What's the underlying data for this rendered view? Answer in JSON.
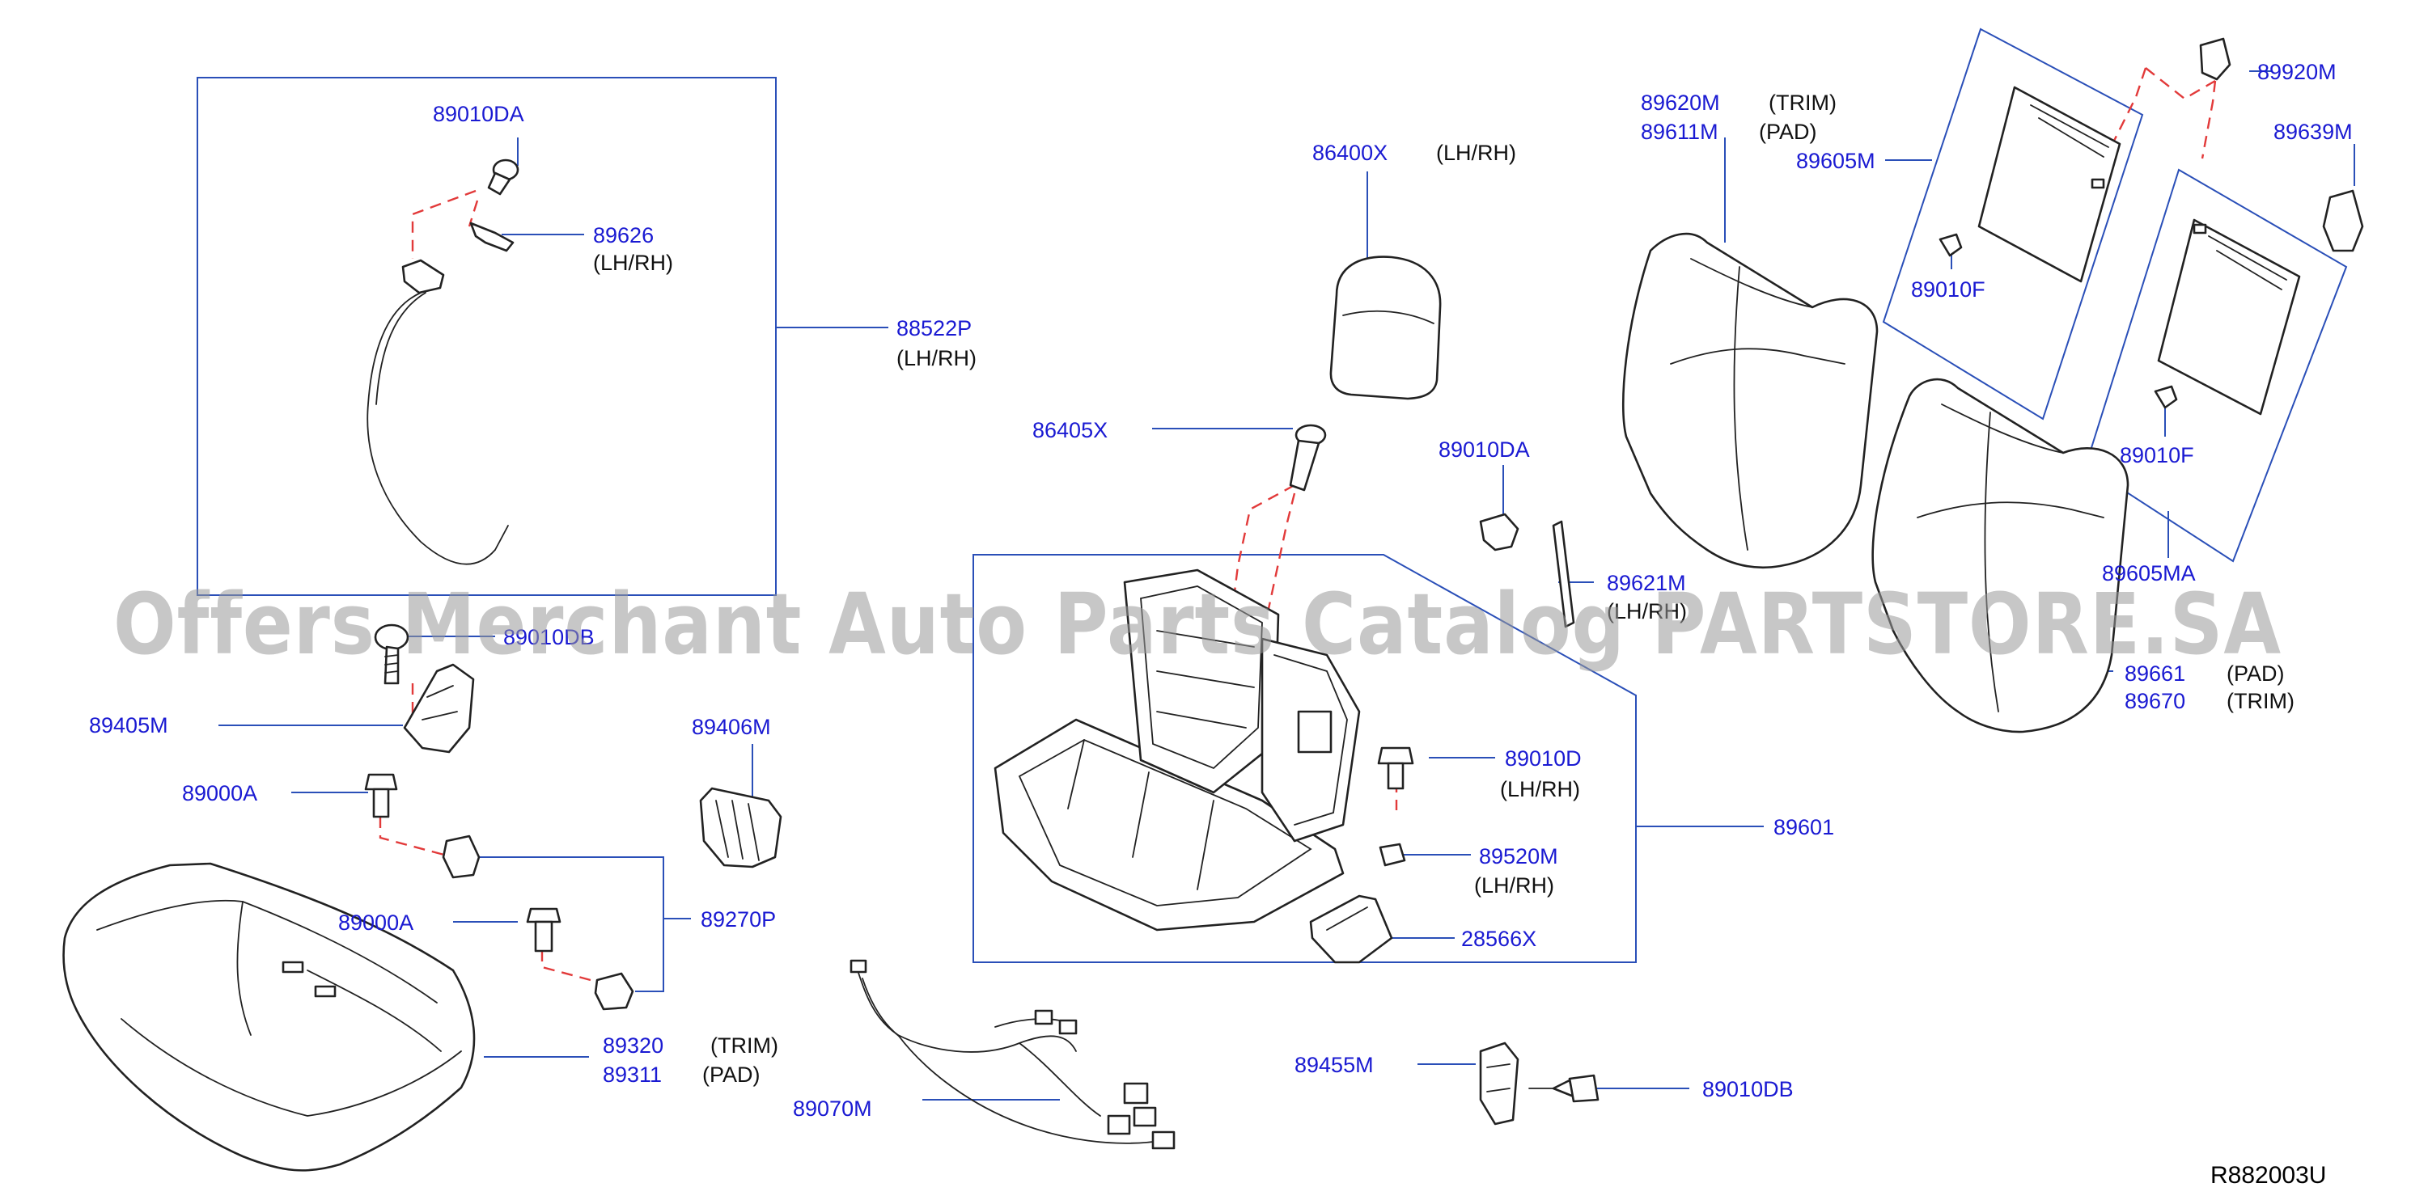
{
  "labels": {
    "p89010DA_top": "89010DA",
    "p89626": "89626",
    "p89626_note": "(LH/RH)",
    "p88522P": "88522P",
    "p88522P_note": "(LH/RH)",
    "p89010DB_left": "89010DB",
    "p89405M": "89405M",
    "p89000A_1": "89000A",
    "p89406M": "89406M",
    "p89000A_2": "89000A",
    "p89270P": "89270P",
    "p89320": "89320",
    "p89320_note": "(TRIM)",
    "p89311": "89311",
    "p89311_note": "(PAD)",
    "p89070M": "89070M",
    "p86400X": "86400X",
    "p86400X_note": "(LH/RH)",
    "p86405X": "86405X",
    "p89010DA_mid": "89010DA",
    "p89621M": "89621M",
    "p89621M_note": "(LH/RH)",
    "p89010D": "89010D",
    "p89010D_note": "(LH/RH)",
    "p89520M": "89520M",
    "p89520M_note": "(LH/RH)",
    "p89601": "89601",
    "p28566X": "28566X",
    "p89455M": "89455M",
    "p89010DB_bottom": "89010DB",
    "p89620M": "89620M",
    "p89620M_note": "(TRIM)",
    "p89611M": "89611M",
    "p89611M_note": "(PAD)",
    "p89605M": "89605M",
    "p89920M": "89920M",
    "p89639M": "89639M",
    "p89010F_1": "89010F",
    "p89010F_2": "89010F",
    "p89605MA": "89605MA",
    "p89661": "89661",
    "p89661_note": "(PAD)",
    "p89670": "89670",
    "p89670_note": "(TRIM)"
  },
  "watermark": "Offers Merchant Auto Parts Catalog PARTSTORE.SA",
  "diagram_code": "R882003U",
  "colors": {
    "part_number": "#1a1ad2",
    "leader_line": "#2a4fb8",
    "dashed_link": "#e23a3a",
    "watermark": "#9a9a9a"
  }
}
